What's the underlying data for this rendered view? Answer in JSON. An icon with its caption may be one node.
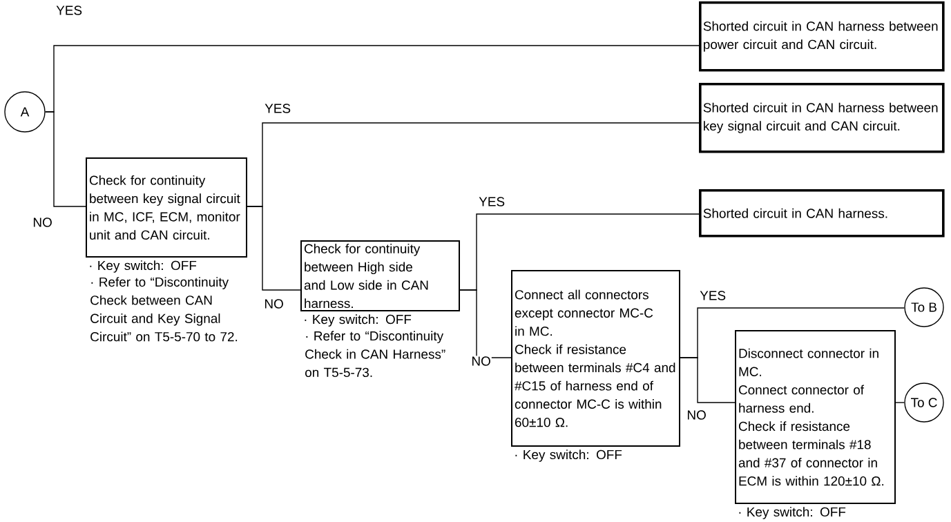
{
  "diagram": {
    "nodes": [
      {
        "text": [
          "A"
        ]
      },
      {
        "text": [
          "Shorted circuit in CAN harness between power circuit and CAN circuit."
        ]
      },
      {
        "text": [
          "Check for continuity between key signal circuit in MC, ICF, ECM, monitor unit and CAN circuit."
        ],
        "beside": [
          "· Key switch: OFF",
          "· Refer to “Discontinuity Check between CAN Circuit and Key Signal Circuit” on T5-5-70 to 72."
        ]
      },
      {
        "text": [
          "Shorted circuit in CAN harness between key signal circuit and CAN circuit."
        ]
      },
      {
        "text": [
          "Check for continuity between High side and Low side in CAN harness."
        ],
        "beside": [
          "· Key switch: OFF",
          "· Refer to “Discontinuity Check in CAN Harness” on T5-5-73."
        ]
      },
      {
        "text": [
          "Shorted circuit in CAN harness."
        ]
      },
      {
        "text": [
          "Connect all connectors except connector MC-C in MC.",
          "Check if resistance between terminals #C4 and #C15 of harness end of connector MC-C is within 60±10 Ω."
        ],
        "beside": [
          "· Key switch: OFF"
        ]
      },
      {
        "text": [
          "To B"
        ]
      },
      {
        "text": [
          "Disconnect connector in MC.",
          "Connect connector of harness end.",
          "Check if resistance between terminals #18 and #37 of connector in ECM is within 120±10 Ω."
        ],
        "beside": [
          "· Key switch: OFF"
        ]
      },
      {
        "text": [
          "To C"
        ]
      }
    ],
    "edges": [
      {
        "from": 0,
        "to": 1,
        "arrow": "none",
        "label": "YES"
      },
      {
        "from": 0,
        "to": 2,
        "arrow": "none",
        "label": "NO"
      },
      {
        "from": 2,
        "to": 3,
        "arrow": "none",
        "label": "YES"
      },
      {
        "from": 2,
        "to": 4,
        "arrow": "none",
        "label": "NO"
      },
      {
        "from": 4,
        "to": 5,
        "arrow": "none",
        "label": "YES"
      },
      {
        "from": 4,
        "to": 6,
        "arrow": "none",
        "label": "NO"
      },
      {
        "from": 6,
        "to": 7,
        "arrow": "none",
        "label": "YES"
      },
      {
        "from": 6,
        "to": 8,
        "arrow": "none",
        "label": "NO"
      },
      {
        "from": 8,
        "to": 9,
        "arrow": "none"
      }
    ]
  }
}
